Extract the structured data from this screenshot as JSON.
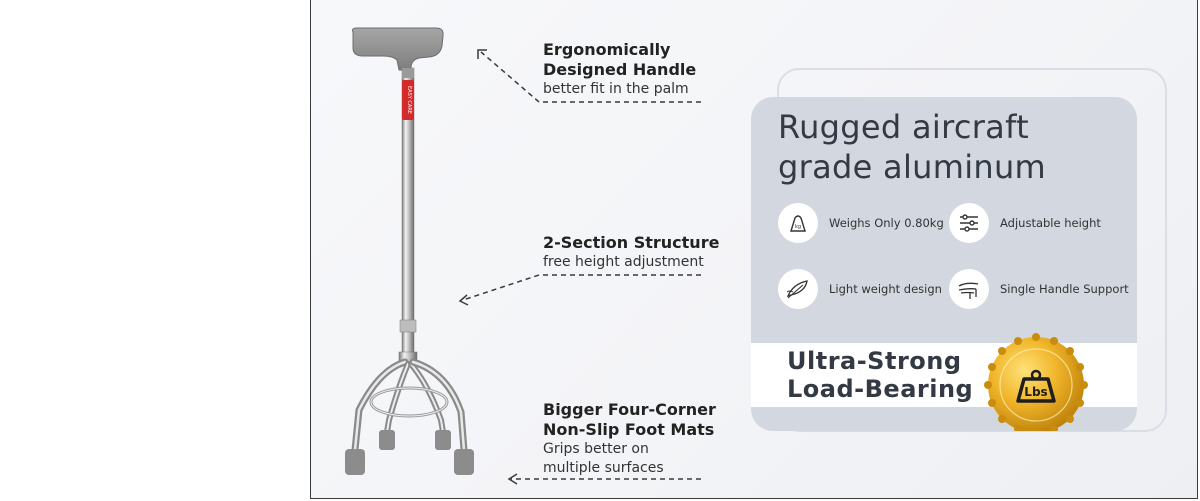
{
  "features": [
    {
      "title_lines": [
        "Ergonomically",
        "Designed Handle"
      ],
      "subtitle_lines": [
        "better fit in the palm"
      ]
    },
    {
      "title_lines": [
        "2-Section Structure"
      ],
      "subtitle_lines": [
        "free height adjustment"
      ]
    },
    {
      "title_lines": [
        "Bigger Four-Corner",
        "Non-Slip Foot Mats"
      ],
      "subtitle_lines": [
        "Grips better on",
        "multiple surfaces"
      ]
    }
  ],
  "card": {
    "title_lines": [
      "Rugged aircraft",
      "grade aluminum"
    ],
    "items": [
      {
        "label": "Weighs Only 0.80kg",
        "icon": "weight-icon"
      },
      {
        "label": "Adjustable height",
        "icon": "sliders-icon"
      },
      {
        "label": "Light weight design",
        "icon": "feather-icon"
      },
      {
        "label": "Single Handle Support",
        "icon": "hand-icon"
      }
    ],
    "strength_lines": [
      "Ultra-Strong",
      "Load-Bearing"
    ],
    "medal_text": "Lbs",
    "weight_icon_text": "kg"
  },
  "brand_text": "EASY CARE",
  "colors": {
    "handle": "#8e8e8e",
    "brand_band": "#d32a2a",
    "card_bg": "#d3d7e0",
    "medal_gold": "#e0a21a",
    "text_dark": "#333a44"
  }
}
